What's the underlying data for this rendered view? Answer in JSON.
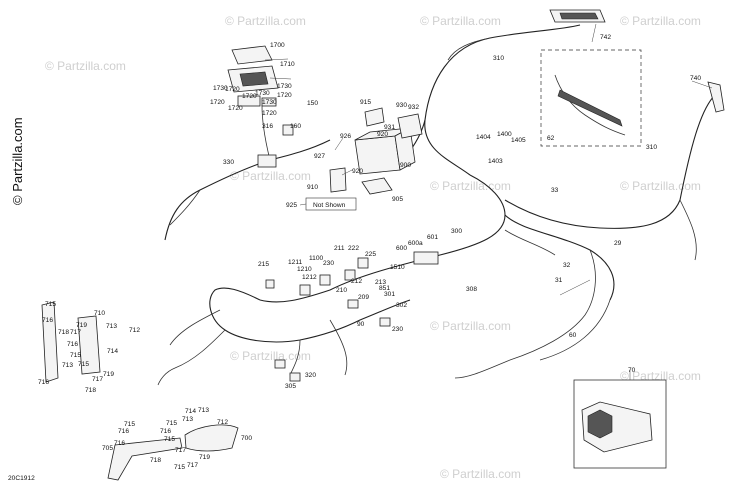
{
  "watermark": {
    "brand_text": "© Partzilla.com",
    "tile_text": "© Partzilla.com"
  },
  "diagram_code": "20C1912",
  "not_shown_label": "Not Shown",
  "callouts": [
    {
      "id": "c700",
      "text": "1700"
    },
    {
      "id": "c710",
      "text": "1710"
    },
    {
      "id": "c1730a",
      "text": "1730"
    },
    {
      "id": "c1720a",
      "text": "1720"
    },
    {
      "id": "c1730b",
      "text": "1730"
    },
    {
      "id": "c1720b",
      "text": "1720"
    },
    {
      "id": "c1730c",
      "text": "1730"
    },
    {
      "id": "c1720c",
      "text": "1720"
    },
    {
      "id": "c1720d",
      "text": "1720"
    },
    {
      "id": "c1730d",
      "text": "1730"
    },
    {
      "id": "c1720e",
      "text": "1720"
    },
    {
      "id": "c1720f",
      "text": "1720"
    },
    {
      "id": "c150",
      "text": "150"
    },
    {
      "id": "c316",
      "text": "316"
    },
    {
      "id": "c160",
      "text": "160"
    },
    {
      "id": "c330",
      "text": "330"
    },
    {
      "id": "c915",
      "text": "915"
    },
    {
      "id": "c930",
      "text": "930"
    },
    {
      "id": "c932",
      "text": "932"
    },
    {
      "id": "c931",
      "text": "931"
    },
    {
      "id": "c920a",
      "text": "920"
    },
    {
      "id": "c926",
      "text": "926"
    },
    {
      "id": "c927",
      "text": "927"
    },
    {
      "id": "c900",
      "text": "900"
    },
    {
      "id": "c920b",
      "text": "920"
    },
    {
      "id": "c910",
      "text": "910"
    },
    {
      "id": "c905",
      "text": "905"
    },
    {
      "id": "c925",
      "text": "925"
    },
    {
      "id": "c742",
      "text": "742"
    },
    {
      "id": "c310a",
      "text": "310"
    },
    {
      "id": "c62",
      "text": "62"
    },
    {
      "id": "c740",
      "text": "740"
    },
    {
      "id": "c310b",
      "text": "310"
    },
    {
      "id": "c1404",
      "text": "1404"
    },
    {
      "id": "c1400",
      "text": "1400"
    },
    {
      "id": "c1405",
      "text": "1405"
    },
    {
      "id": "c1403",
      "text": "1403"
    },
    {
      "id": "c33",
      "text": "33"
    },
    {
      "id": "c300",
      "text": "300"
    },
    {
      "id": "c601",
      "text": "601"
    },
    {
      "id": "c600a",
      "text": "600a"
    },
    {
      "id": "c600",
      "text": "600"
    },
    {
      "id": "c1510",
      "text": "1510"
    },
    {
      "id": "c29",
      "text": "29"
    },
    {
      "id": "c32",
      "text": "32"
    },
    {
      "id": "c31",
      "text": "31"
    },
    {
      "id": "c308",
      "text": "308"
    },
    {
      "id": "c60",
      "text": "60"
    },
    {
      "id": "c70",
      "text": "70"
    },
    {
      "id": "c215",
      "text": "215"
    },
    {
      "id": "c1211",
      "text": "1211"
    },
    {
      "id": "c1210",
      "text": "1210"
    },
    {
      "id": "c1212",
      "text": "1212"
    },
    {
      "id": "c1100",
      "text": "1100"
    },
    {
      "id": "c211",
      "text": "211"
    },
    {
      "id": "c222",
      "text": "222"
    },
    {
      "id": "c230a",
      "text": "230"
    },
    {
      "id": "c225",
      "text": "225"
    },
    {
      "id": "c212",
      "text": "212"
    },
    {
      "id": "c213",
      "text": "213"
    },
    {
      "id": "c851",
      "text": "851"
    },
    {
      "id": "c210",
      "text": "210"
    },
    {
      "id": "c209",
      "text": "209"
    },
    {
      "id": "c301",
      "text": "301"
    },
    {
      "id": "c302",
      "text": "302"
    },
    {
      "id": "c90",
      "text": "90"
    },
    {
      "id": "c230b",
      "text": "230"
    },
    {
      "id": "c320",
      "text": "320"
    },
    {
      "id": "c305",
      "text": "305"
    },
    {
      "id": "r715a",
      "text": "715"
    },
    {
      "id": "r710",
      "text": "710"
    },
    {
      "id": "r716a",
      "text": "716"
    },
    {
      "id": "r718a",
      "text": "718"
    },
    {
      "id": "r719a",
      "text": "719"
    },
    {
      "id": "r713a",
      "text": "713"
    },
    {
      "id": "r712a",
      "text": "712"
    },
    {
      "id": "r717a",
      "text": "717"
    },
    {
      "id": "r716b",
      "text": "716"
    },
    {
      "id": "r714a",
      "text": "714"
    },
    {
      "id": "r715b",
      "text": "715"
    },
    {
      "id": "r713b",
      "text": "713"
    },
    {
      "id": "r716c",
      "text": "716"
    },
    {
      "id": "r717b",
      "text": "717"
    },
    {
      "id": "r719b",
      "text": "719"
    },
    {
      "id": "r718b",
      "text": "718"
    },
    {
      "id": "r715c",
      "text": "715"
    },
    {
      "id": "f715a",
      "text": "715"
    },
    {
      "id": "f714",
      "text": "714"
    },
    {
      "id": "f713a",
      "text": "713"
    },
    {
      "id": "f716a",
      "text": "716"
    },
    {
      "id": "f715b",
      "text": "715"
    },
    {
      "id": "f713b",
      "text": "713"
    },
    {
      "id": "f712",
      "text": "712"
    },
    {
      "id": "f716b",
      "text": "716"
    },
    {
      "id": "f715c",
      "text": "715"
    },
    {
      "id": "f700",
      "text": "700"
    },
    {
      "id": "f705",
      "text": "705"
    },
    {
      "id": "f716c",
      "text": "716"
    },
    {
      "id": "f717a",
      "text": "717"
    },
    {
      "id": "f719",
      "text": "719"
    },
    {
      "id": "f718",
      "text": "718"
    },
    {
      "id": "f715d",
      "text": "715"
    },
    {
      "id": "f717b",
      "text": "717"
    }
  ]
}
